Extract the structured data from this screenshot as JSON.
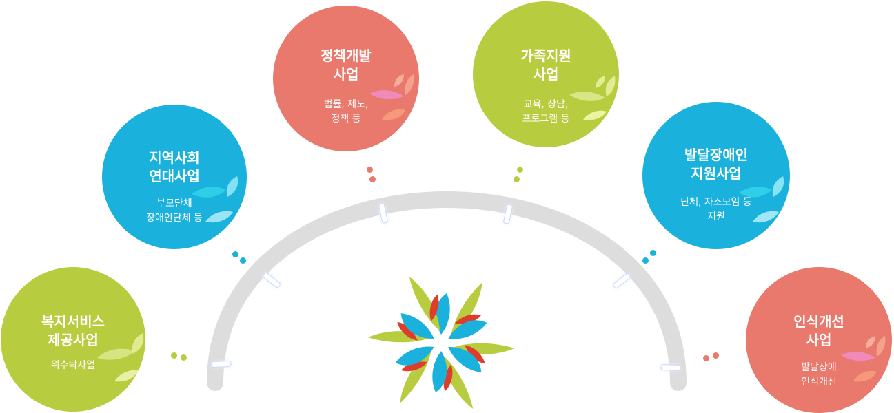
{
  "colors": {
    "green": "#b8cc3f",
    "blue": "#1ab2dc",
    "coral": "#e9796c",
    "red": "#e03c2c",
    "arc": "#dddddd"
  },
  "center_logo": {
    "icon": "flower-logo-icon"
  },
  "items": [
    {
      "id": "welfare",
      "title_1": "복지서비스",
      "title_2": "제공사업",
      "desc_1": "위수탁사업",
      "desc_2": "",
      "color": "green"
    },
    {
      "id": "community",
      "title_1": "지역사회",
      "title_2": "연대사업",
      "desc_1": "부모단체",
      "desc_2": "장애인단체 등",
      "color": "blue"
    },
    {
      "id": "policy",
      "title_1": "정책개발",
      "title_2": "사업",
      "desc_1": "법률, 제도,",
      "desc_2": "정책 등",
      "color": "coral"
    },
    {
      "id": "family",
      "title_1": "가족지원",
      "title_2": "사업",
      "desc_1": "교육, 상담,",
      "desc_2": "프로그램 등",
      "color": "green"
    },
    {
      "id": "disability",
      "title_1": "발달장애인",
      "title_2": "지원사업",
      "desc_1": "단체, 자조모임 등",
      "desc_2": "지원",
      "color": "blue"
    },
    {
      "id": "awareness",
      "title_1": "인식개선",
      "title_2": "사업",
      "desc_1": "발달장애",
      "desc_2": "인식개선",
      "color": "coral"
    }
  ]
}
